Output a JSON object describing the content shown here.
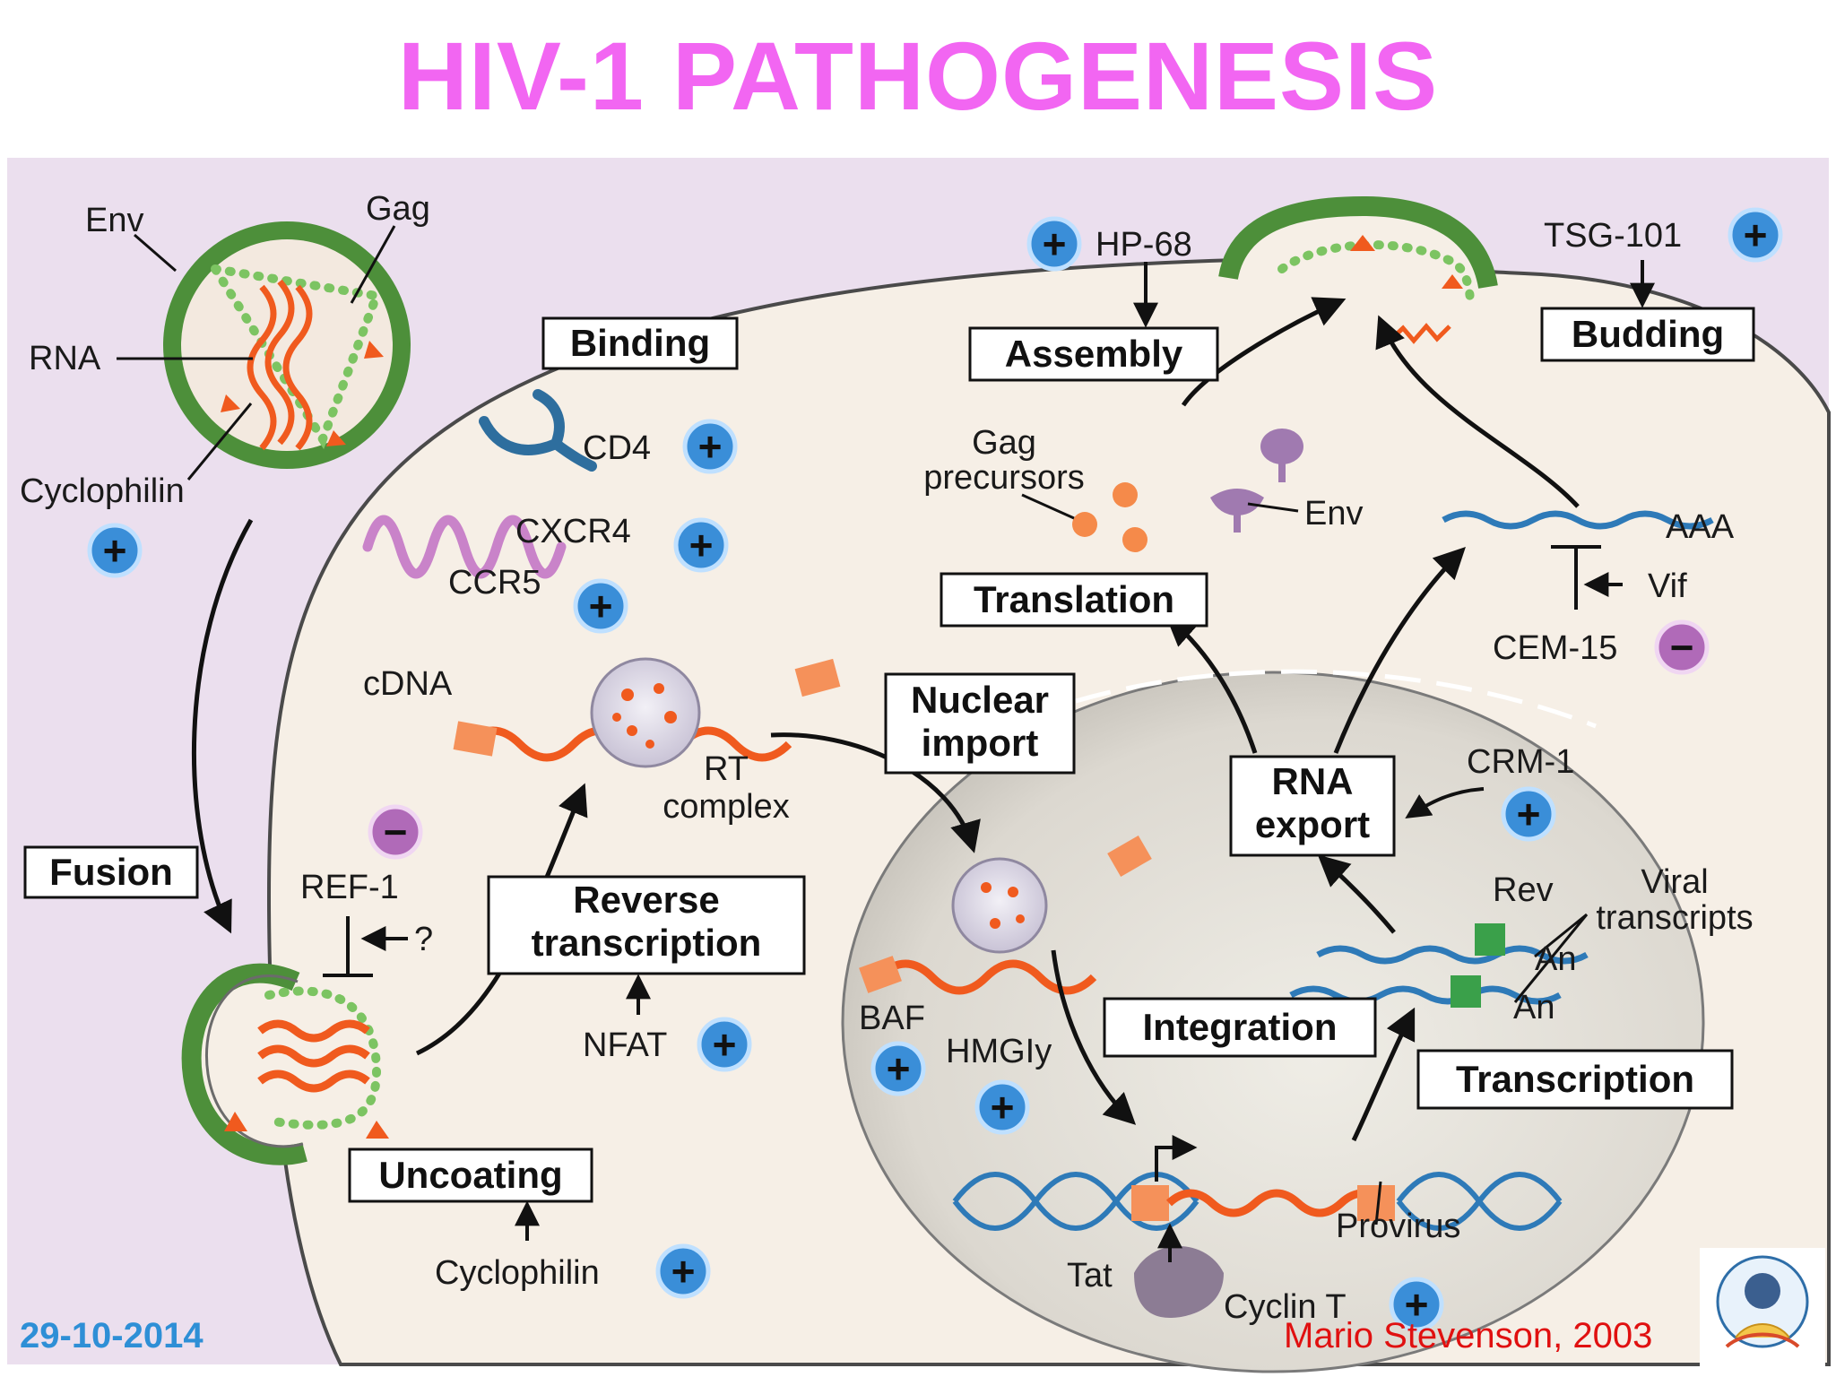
{
  "title": "HIV-1 PATHOGENESIS",
  "steps": {
    "binding": "Binding",
    "fusion": "Fusion",
    "uncoating": "Uncoating",
    "reverse_transcription": [
      "Reverse",
      "transcription"
    ],
    "nuclear_import": [
      "Nuclear",
      "import"
    ],
    "integration": "Integration",
    "transcription": "Transcription",
    "rna_export": [
      "RNA",
      "export"
    ],
    "translation": "Translation",
    "assembly": "Assembly",
    "budding": "Budding"
  },
  "labels": {
    "env_virion": "Env",
    "gag_virion": "Gag",
    "rna": "RNA",
    "cyclophilin_virion": "Cyclophilin",
    "cd4": "CD4",
    "cxcr4": "CXCR4",
    "ccr5": "CCR5",
    "cdna": "cDNA",
    "rt_complex": [
      "RT",
      "complex"
    ],
    "ref1": "REF-1",
    "question": "?",
    "nfat": "NFAT",
    "cyclophilin_uncoat": "Cyclophilin",
    "baf": "BAF",
    "hmgly": "HMGIy",
    "tat": "Tat",
    "cyclin_t": "Cyclin T",
    "provirus": "Provirus",
    "rev": "Rev",
    "viral_transcripts": [
      "Viral",
      "transcripts"
    ],
    "an1": "An",
    "an2": "An",
    "crm1": "CRM-1",
    "cem15": "CEM-15",
    "vif": "Vif",
    "aaa": "AAA",
    "gag_precursors": [
      "Gag",
      "precursors"
    ],
    "env_cyto": "Env",
    "hp68": "HP-68",
    "tsg101": "TSG-101"
  },
  "signs": {
    "plus": "+",
    "minus": "−"
  },
  "footer": {
    "date": "29-10-2014",
    "credit": "Mario Stevenson, 2003"
  },
  "colors": {
    "title": "#f266f2",
    "date": "#2e8fd6",
    "credit": "#e01010",
    "plus_badge": "#3a8ed8",
    "minus_badge": "#b06ab8",
    "rna": "#f05a1e",
    "gag": "#7cc462",
    "envelope": "#4d8f3a",
    "env_knob": "#a07ab0",
    "dna": "#2e7ab8"
  }
}
